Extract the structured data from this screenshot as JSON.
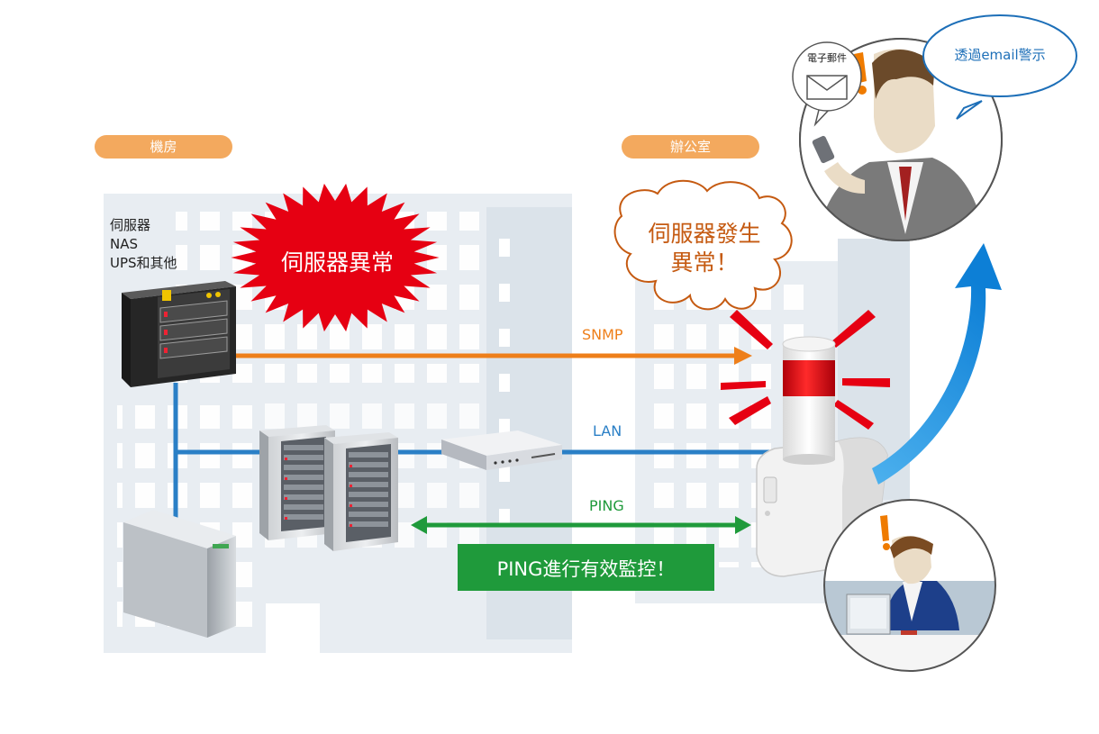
{
  "labels": {
    "server_room": "機房",
    "office": "辦公室"
  },
  "devices": {
    "line1": "伺服器",
    "line2": "NAS",
    "line3": "UPS和其他"
  },
  "alerts": {
    "server_error": "伺服器異常",
    "server_error_occurs_line1": "伺服器發生",
    "server_error_occurs_line2": "異常！"
  },
  "protocols": {
    "snmp": "SNMP",
    "lan": "LAN",
    "ping": "PING"
  },
  "ping_banner": "PING進行有效監控！",
  "email": {
    "icon_label": "電子郵件",
    "speech": "透過email警示"
  },
  "colors": {
    "orange_pill": "#f3a95e",
    "snmp": "#ee7f1a",
    "lan": "#2a7fc6",
    "ping": "#1f9a3b",
    "alert_red": "#e60012",
    "cloud_brown": "#c55a11",
    "notify_arrow": "#1f8fe0",
    "speech_blue": "#1d6fb8"
  }
}
